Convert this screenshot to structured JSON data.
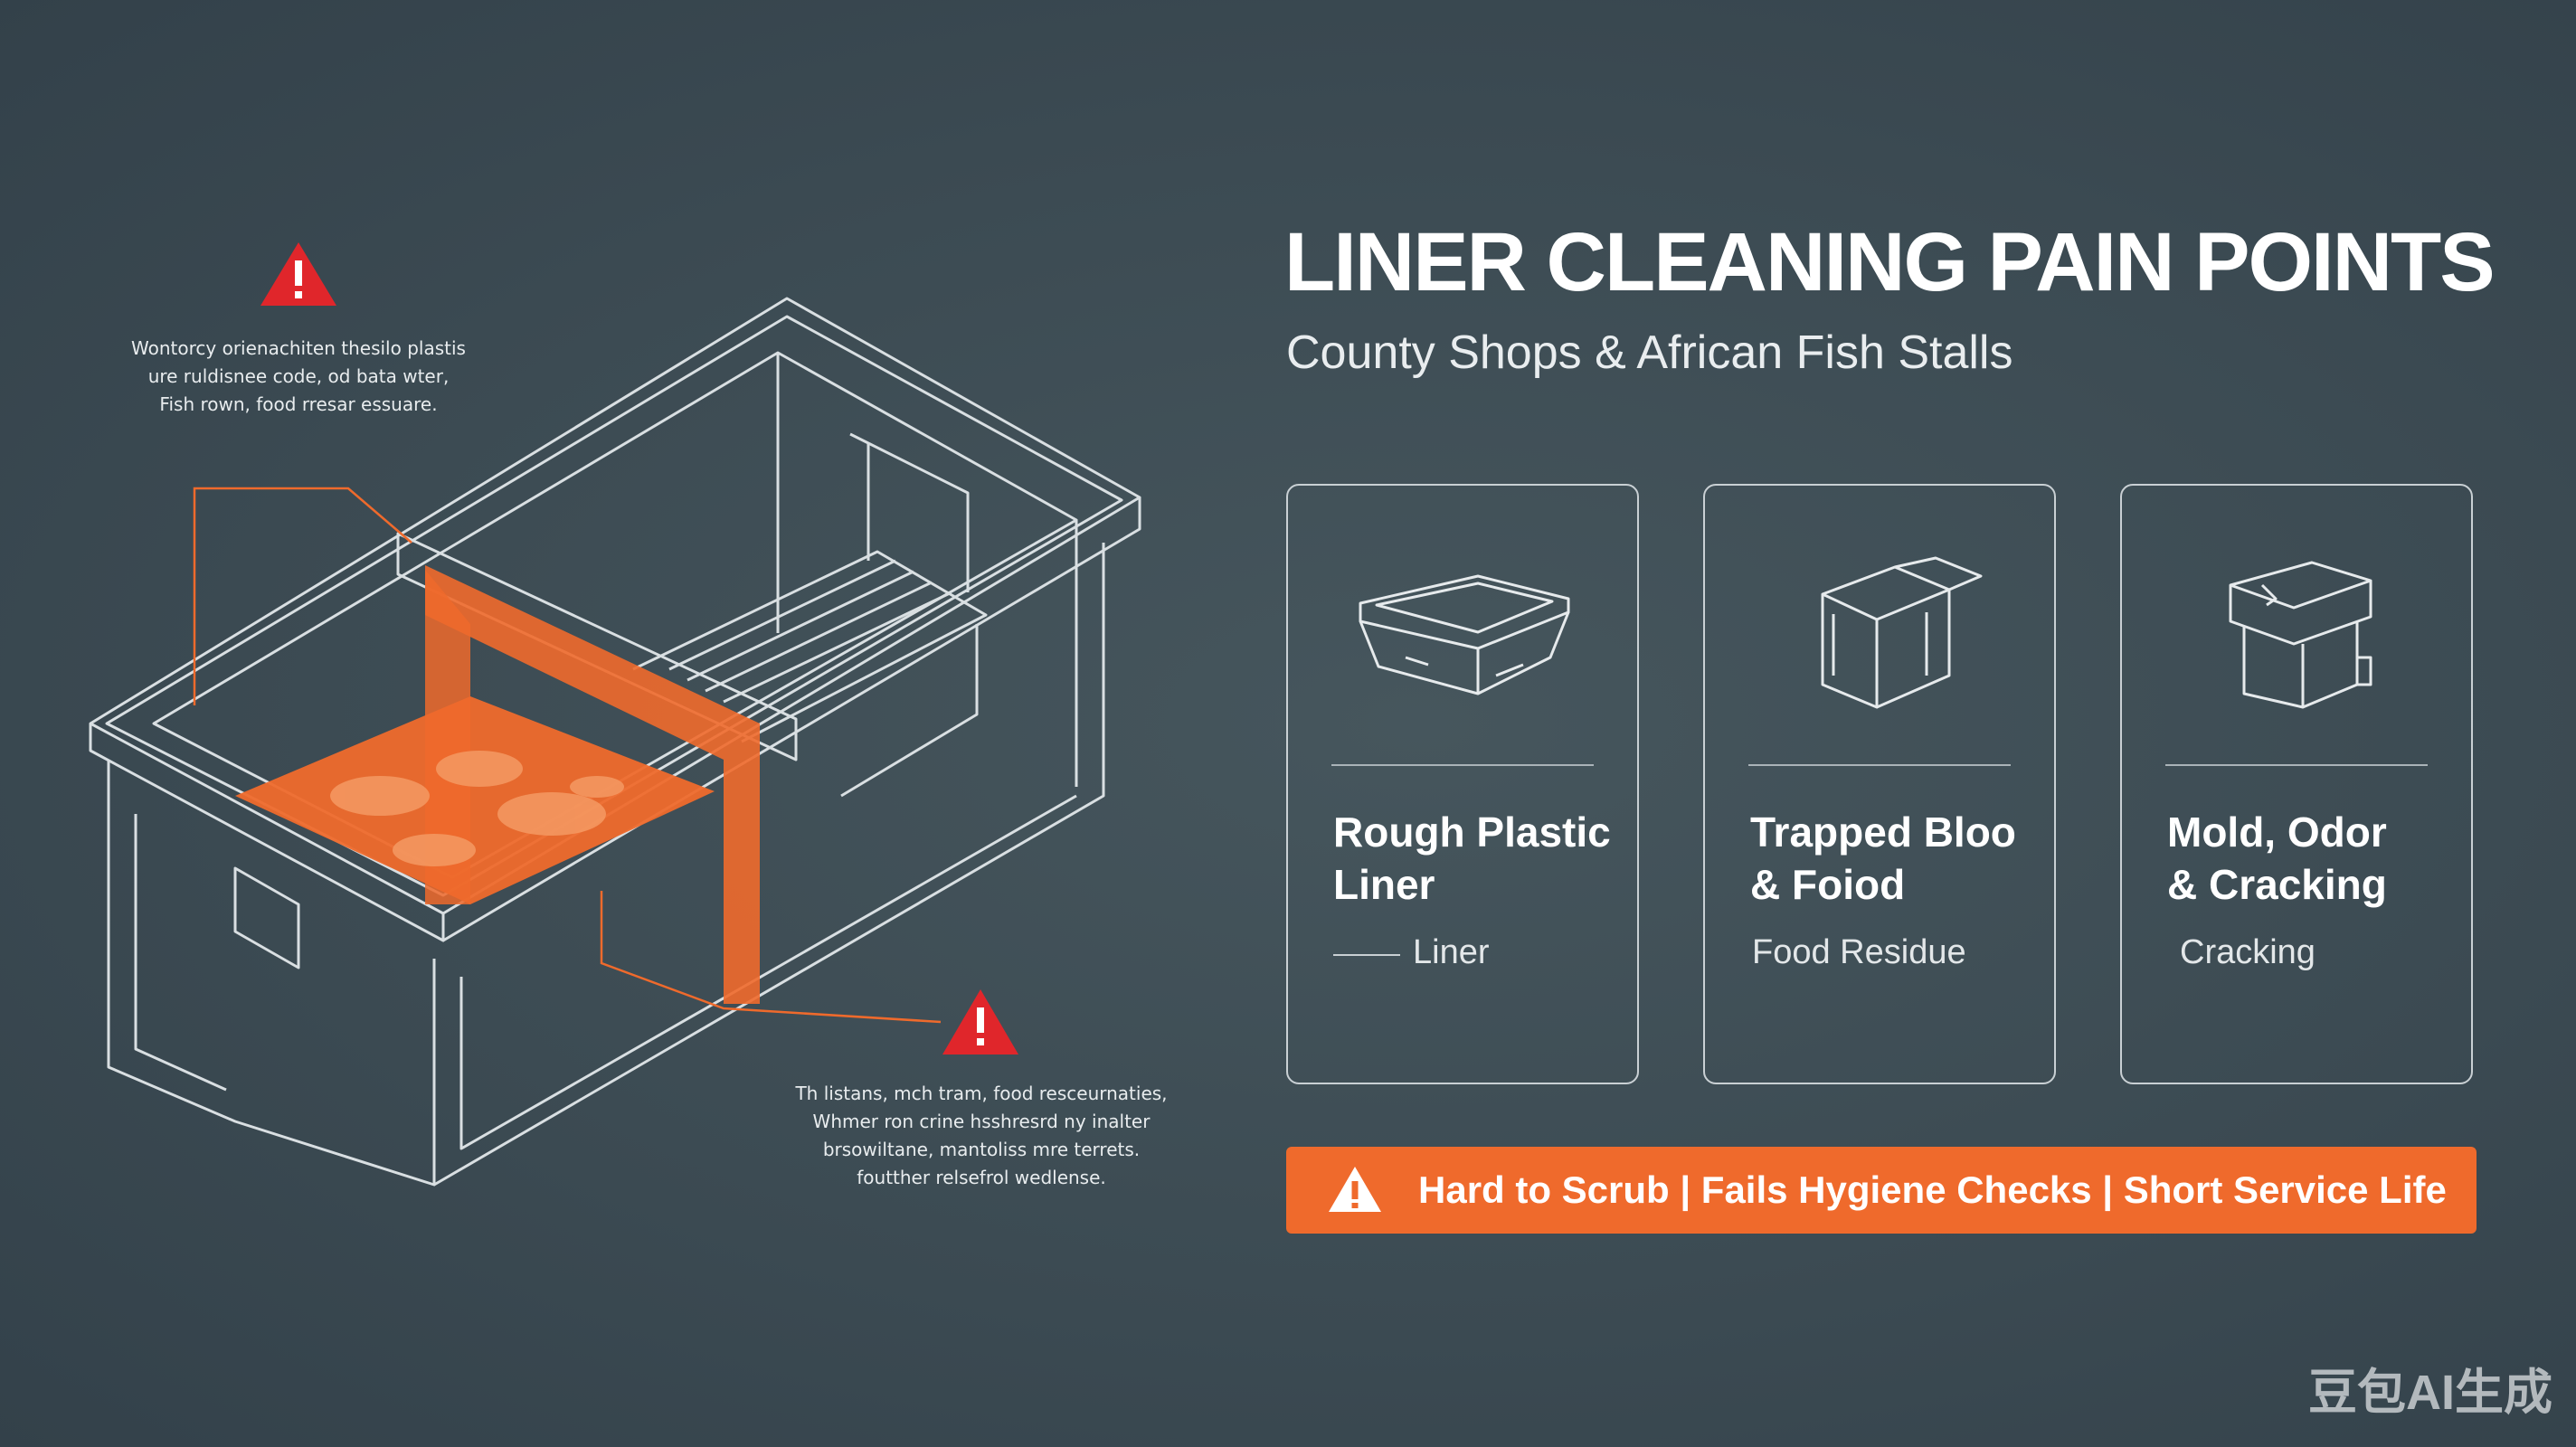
{
  "header": {
    "title": "LINER CLEANING PAIN POINTS",
    "subtitle": "County Shops & African Fish Stalls"
  },
  "illustration": {
    "note_top": "Wontorcy orienachiten thesilo plastis\nure ruldisnee code, od bata wter,\nFish rown, food rresar essuare.",
    "note_bottom": "Th listans, mch tram, food resceurnaties,\nWhmer ron crine hsshresrd ny inalter\nbrsowiltane, mantoliss mre terrets.\nfoutther relsefrol wedlense.",
    "warning_icon": "warning-triangle-icon",
    "accent_color": "#ef6a2c",
    "alert_color": "#e0262b"
  },
  "cards": [
    {
      "icon": "open-tray-icon",
      "title": "Rough Plastic\nLiner",
      "subtitle": "Liner"
    },
    {
      "icon": "box-flap-icon",
      "title": "Trapped Bloo\n& Foiod",
      "subtitle": "Food Residue"
    },
    {
      "icon": "cracked-crate-icon",
      "title": "Mold, Odor\n& Cracking",
      "subtitle": "Cracking"
    }
  ],
  "banner": {
    "text": "Hard to Scrub | Fails Hygiene Checks | Short Service Life",
    "icon": "warning-icon",
    "color": "#ef6a2c"
  },
  "watermark": "豆包AI生成"
}
